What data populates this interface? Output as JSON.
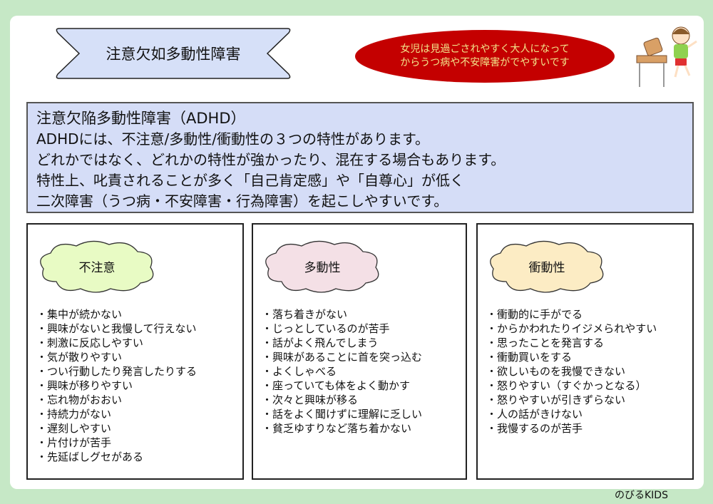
{
  "header": {
    "banner_title": "注意欠如多動性障害",
    "callout_lines": [
      "女児は見過ごされやすく大人になって",
      "からうつ病や不安障害がでやすいです"
    ]
  },
  "info": {
    "title": "注意欠陥多動性障害（ADHD）",
    "lines": [
      "ADHDには、不注意/多動性/衝動性の３つの特性があります。",
      "どれかではなく、どれかの特性が強かったり、混在する場合もあります。",
      "特性上、叱責されることが多く「自己肯定感」や「自尊心」が低く",
      "二次障害（うつ病・不安障害・行為障害）を起こしやすいです。"
    ]
  },
  "columns": [
    {
      "title": "不注意",
      "color": "#e8fbc4",
      "items": [
        "・集中が続かない",
        "・興味がないと我慢して行えない",
        "・刺激に反応しやすい",
        "・気が散りやすい",
        "・つい行動したり発言したりする",
        "・興味が移りやすい",
        "・忘れ物がおおい",
        "・持続力がない",
        "・遅刻しやすい",
        "・片付けが苦手",
        "・先延ばしグセがある"
      ]
    },
    {
      "title": "多動性",
      "color": "#f4e0e6",
      "items": [
        "・落ち着きがない",
        "・じっとしているのが苦手",
        "・話がよく飛んでしまう",
        "・興味があることに首を突っ込む",
        "・よくしゃべる",
        "・座っていても体をよく動かす",
        "・次々と興味が移る",
        "・話をよく聞けずに理解に乏しい",
        "・貧乏ゆすりなど落ち着かない"
      ]
    },
    {
      "title": "衝動性",
      "color": "#fcecc4",
      "items": [
        "・衝動的に手がでる",
        "・からかわれたりイジメられやすい",
        "・思ったことを発言する",
        "・衝動買いをする",
        "・欲しいものを我慢できない",
        "・怒りやすい（すぐかっとなる）",
        "・怒りやすいが引きずらない",
        "・人の話がきけない",
        "・我慢するのが苦手"
      ]
    }
  ],
  "footer": {
    "brand": "のびるKIDS"
  }
}
